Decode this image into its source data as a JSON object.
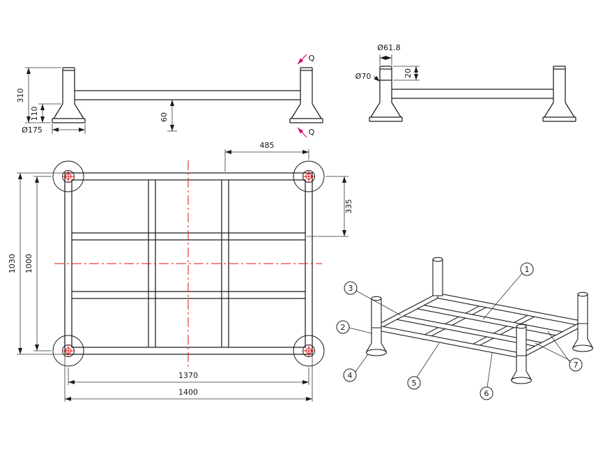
{
  "colors": {
    "line": "#1b1b1b",
    "centerline": "#e01010",
    "section": "#cc1177"
  },
  "front_view": {
    "dim_total_height": "310",
    "dim_foot_height": "110",
    "dim_foot_diameter": "Ø175",
    "dim_bar_offset": "60",
    "section_mark": "Q"
  },
  "side_view": {
    "dim_post_diameter": "Ø61.8",
    "dim_leg_diameter": "Ø70",
    "dim_cap_inset": "20"
  },
  "plan_view": {
    "dim_cell_width": "485",
    "dim_cell_depth": "335",
    "dim_overall_depth": "1030",
    "dim_leg_pitch_depth": "1000",
    "dim_leg_pitch_width": "1370",
    "dim_overall_width": "1400"
  },
  "iso_view": {
    "balloon_labels": [
      "1",
      "2",
      "3",
      "4",
      "5",
      "6",
      "7"
    ]
  }
}
